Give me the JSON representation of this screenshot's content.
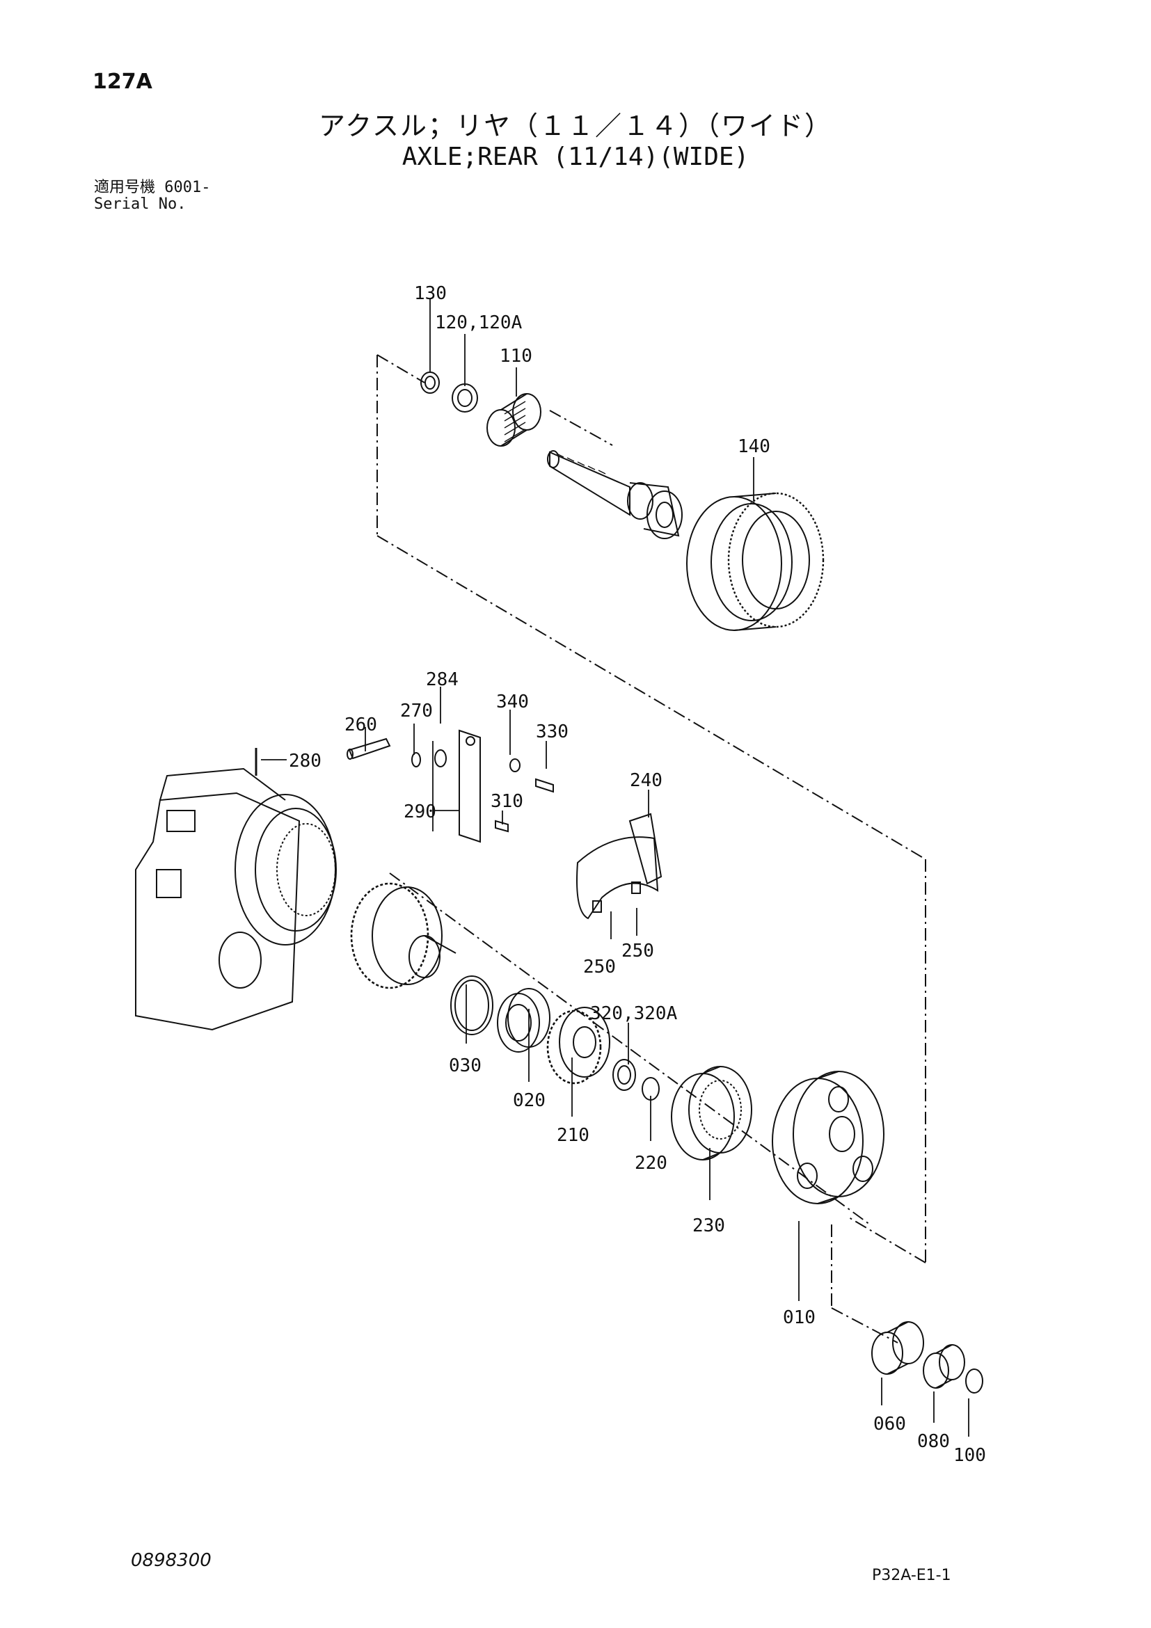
{
  "header": {
    "page_number": "127A",
    "title_jp": "アクスル；リヤ（１１／１４）（ワイド）",
    "title_en": "AXLE;REAR (11/14)(WIDE)",
    "serial_label_jp": "適用号機",
    "serial_value": "6001-",
    "serial_label_en": "Serial No."
  },
  "callouts": {
    "p130": "130",
    "p120": "120,120A",
    "p110": "110",
    "p140": "140",
    "p284": "284",
    "p270": "270",
    "p260": "260",
    "p280": "280",
    "p340": "340",
    "p330": "330",
    "p290": "290",
    "p310": "310",
    "p240": "240",
    "p250a": "250",
    "p250b": "250",
    "p030": "030",
    "p020": "020",
    "p210": "210",
    "p320": "320,320A",
    "p220": "220",
    "p230": "230",
    "p010": "010",
    "p060": "060",
    "p080": "080",
    "p100": "100"
  },
  "footer": {
    "doc_number": "0898300",
    "page_code": "P32A-E1-1"
  }
}
